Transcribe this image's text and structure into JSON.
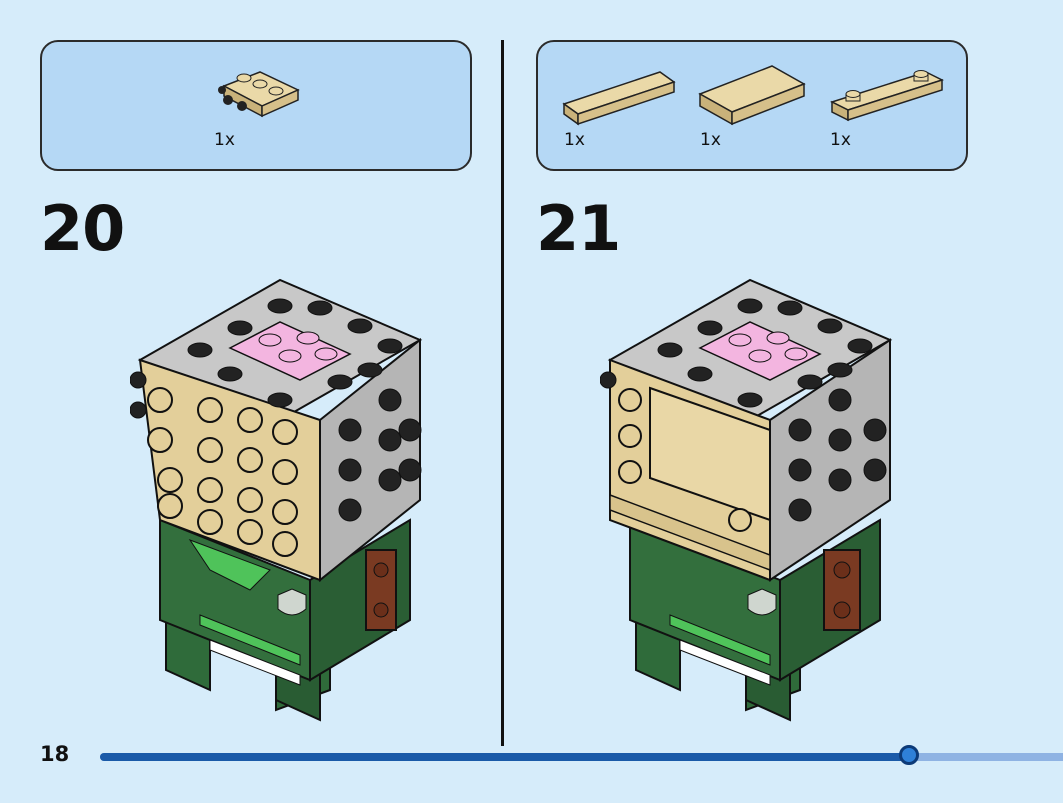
{
  "page": {
    "number": "18",
    "progress_fraction": 0.84
  },
  "steps": [
    {
      "number": "20",
      "parts": [
        {
          "qty": "1x",
          "icon": "tan-plate-2x2-with-side-studs-icon"
        }
      ]
    },
    {
      "number": "21",
      "parts": [
        {
          "qty": "1x",
          "icon": "tan-tile-1x4-icon"
        },
        {
          "qty": "1x",
          "icon": "tan-tile-2x4-icon"
        },
        {
          "qty": "1x",
          "icon": "tan-plate-1x4-with-two-studs-icon"
        }
      ]
    }
  ],
  "colors": {
    "background": "#d6ecfa",
    "callout": "#b5d8f5",
    "tan": "#e3cf9a",
    "dark_green": "#2f6b3a",
    "light_gray": "#c8c8c8",
    "pink": "#f3b5e0",
    "reddish_brown": "#7a3a22",
    "progress": "#1a5aa8"
  }
}
